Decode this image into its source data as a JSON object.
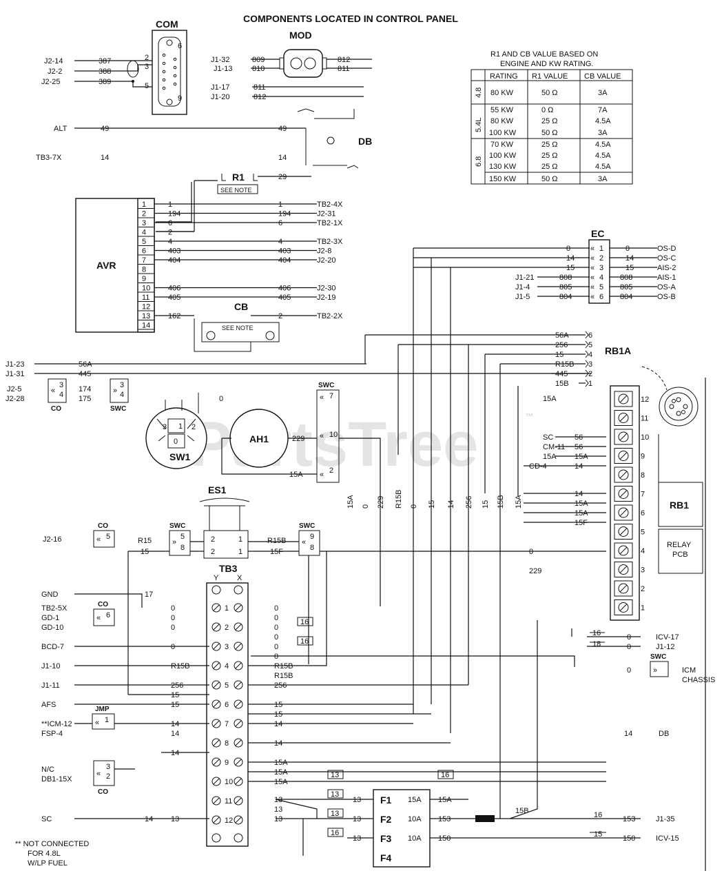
{
  "title": "COMPONENTS LOCATED IN CONTROL PANEL",
  "watermark": "PartsTree",
  "watermark_tm": "™",
  "components": {
    "com": "COM",
    "mod": "MOD",
    "db": "DB",
    "r1": "R1",
    "avr": "AVR",
    "cb": "CB",
    "ec": "EC",
    "rb1a": "RB1A",
    "rb1": "RB1",
    "relay_pcb": [
      "RELAY",
      "PCB"
    ],
    "sw1": "SW1",
    "ah1": "AH1",
    "es1": "ES1",
    "tb3": "TB3",
    "tb3_y": "Y",
    "tb3_x": "X",
    "co": "CO",
    "swc": "SWC",
    "jmp": "JMP",
    "r1_note": "SEE NOTE",
    "cb_note": "SEE NOTE",
    "sw1_pos": [
      "3",
      "1",
      "2",
      "0"
    ],
    "sw1_rear_label": "0"
  },
  "com_pins": [
    "2",
    "3",
    "5",
    "6",
    "9"
  ],
  "com_wires": [
    {
      "from": "J2-14",
      "wire": "387"
    },
    {
      "from": "J2-2",
      "wire": "388"
    },
    {
      "from": "J2-25",
      "wire": "389"
    }
  ],
  "mod_wires": {
    "left": [
      {
        "from": "J1-32",
        "wire": "809"
      },
      {
        "from": "J1-13",
        "wire": "810"
      }
    ],
    "right": [
      "812",
      "811"
    ],
    "below": [
      {
        "from": "J1-17",
        "wire": "811"
      },
      {
        "from": "J1-20",
        "wire": "812"
      }
    ]
  },
  "db_wires": [
    {
      "from": "ALT",
      "wire": "49",
      "to": "49"
    },
    {
      "from": "TB3-7X",
      "wire": "14",
      "to": "14"
    }
  ],
  "r1_wire": "29",
  "table": {
    "caption": [
      "R1 AND CB VALUE BASED ON",
      "ENGINE AND KW RATING."
    ],
    "headers": [
      "RATING",
      "R1 VALUE",
      "CB VALUE"
    ],
    "groups": [
      {
        "engine": "4.8",
        "rows": [
          [
            "80 KW",
            "50 Ω",
            "3A"
          ]
        ]
      },
      {
        "engine": "5.4L",
        "rows": [
          [
            "55 KW",
            "0 Ω",
            "7A"
          ],
          [
            "80 KW",
            "25 Ω",
            "4.5A"
          ],
          [
            "100 KW",
            "50 Ω",
            "3A"
          ]
        ]
      },
      {
        "engine": "6.8",
        "rows": [
          [
            "70 KW",
            "25 Ω",
            "4.5A"
          ],
          [
            "100 KW",
            "25 Ω",
            "4.5A"
          ],
          [
            "130 KW",
            "25 Ω",
            "4.5A"
          ],
          [
            "150 KW",
            "50 Ω",
            "3A"
          ]
        ]
      }
    ]
  },
  "avr": {
    "pins": [
      "1",
      "2",
      "3",
      "4",
      "5",
      "6",
      "7",
      "8",
      "9",
      "10",
      "11",
      "12",
      "13",
      "14"
    ],
    "wires": [
      {
        "pin": "1",
        "wire": "1",
        "wire_r": "1",
        "to": "TB2-4X"
      },
      {
        "pin": "2",
        "wire": "194",
        "wire_r": "194",
        "to": "J2-31"
      },
      {
        "pin": "3",
        "wire": "6",
        "wire_r": "6",
        "to": "TB2-1X"
      },
      {
        "pin": "4",
        "wire": "2",
        "wire_r": "",
        "to": ""
      },
      {
        "pin": "5",
        "wire": "4",
        "wire_r": "4",
        "to": "TB2-3X"
      },
      {
        "pin": "6",
        "wire": "403",
        "wire_r": "403",
        "to": "J2-8"
      },
      {
        "pin": "7",
        "wire": "404",
        "wire_r": "404",
        "to": "J2-20"
      },
      {
        "pin": "10",
        "wire": "406",
        "wire_r": "406",
        "to": "J2-30"
      },
      {
        "pin": "11",
        "wire": "405",
        "wire_r": "405",
        "to": "J2-19"
      },
      {
        "pin": "13",
        "wire": "162",
        "wire_r": "2",
        "to": "TB2-2X"
      }
    ]
  },
  "ec": {
    "pins": [
      "1",
      "2",
      "3",
      "4",
      "5",
      "6"
    ],
    "wires": [
      {
        "pin": "1",
        "left": "0",
        "right": "0",
        "to": "OS-D",
        "from": ""
      },
      {
        "pin": "2",
        "left": "14",
        "right": "14",
        "to": "OS-C",
        "from": ""
      },
      {
        "pin": "3",
        "left": "15",
        "right": "15",
        "to": "AIS-2",
        "from": ""
      },
      {
        "pin": "4",
        "left": "808",
        "right": "808",
        "to": "AIS-1",
        "from": "J1-21"
      },
      {
        "pin": "5",
        "left": "805",
        "right": "805",
        "to": "OS-A",
        "from": "J1-4"
      },
      {
        "pin": "6",
        "left": "804",
        "right": "804",
        "to": "OS-B",
        "from": "J1-5"
      }
    ]
  },
  "rb1a_plug": [
    {
      "pin": "6",
      "wire": "56A"
    },
    {
      "pin": "5",
      "wire": "256"
    },
    {
      "pin": "4",
      "wire": "15"
    },
    {
      "pin": "3",
      "wire": "R15B"
    },
    {
      "pin": "2",
      "wire": "445"
    },
    {
      "pin": "1",
      "wire": "15B"
    }
  ],
  "far_left_wires": [
    {
      "from": "J1-23",
      "wire": "56A"
    },
    {
      "from": "J1-31",
      "wire": "445"
    }
  ],
  "co_small": {
    "pins": [
      "3",
      "4"
    ],
    "wires": [
      {
        "from": "J2-5",
        "wire": "174"
      },
      {
        "from": "J2-28",
        "wire": "175"
      }
    ]
  },
  "swc_small": {
    "pins": [
      "3",
      "4"
    ]
  },
  "swc_ah1": {
    "pins": [
      "7",
      "10",
      "2"
    ],
    "wires": [
      "229",
      "15A"
    ]
  },
  "vertical_labels": [
    "15A",
    "0",
    "229",
    "R15B",
    "0",
    "15",
    "14",
    "256",
    "15",
    "15B",
    "15A"
  ],
  "rb1_terminals": [
    "12",
    "11",
    "10",
    "9",
    "8",
    "7",
    "6",
    "5",
    "4",
    "3",
    "2",
    "1"
  ],
  "rb1_left": [
    {
      "label": "15A",
      "to": ""
    },
    {
      "label": "SC",
      "wire": "56"
    },
    {
      "label": "CM-11",
      "wire": "56"
    },
    {
      "label": "15A",
      "wire": "15A"
    },
    {
      "label": "CD-4",
      "wire": "14"
    },
    {
      "label": "",
      "wire": "14"
    },
    {
      "label": "",
      "wire": "15A"
    },
    {
      "label": "",
      "wire": "15A"
    },
    {
      "label": "",
      "wire": "15F"
    },
    {
      "label": "0",
      "wire": ""
    },
    {
      "label": "229",
      "wire": ""
    }
  ],
  "es1": {
    "co_pin": "5",
    "swc_pins": [
      "5",
      "8"
    ],
    "swc2_pins": [
      "9",
      "8"
    ],
    "wires": [
      "R15",
      "15",
      "R15B",
      "15F"
    ],
    "contacts": [
      "2",
      "1",
      "2",
      "1"
    ],
    "from": "J2-16"
  },
  "tb3": {
    "rows": [
      "1",
      "2",
      "3",
      "4",
      "5",
      "6",
      "7",
      "8",
      "9",
      "10",
      "11",
      "12"
    ],
    "left": [
      {
        "from": "GND",
        "wire": "",
        "tag": "17"
      },
      {
        "from": "TB2-5X",
        "wire": "0"
      },
      {
        "from": "GD-1",
        "wire": "0"
      },
      {
        "from": "GD-10",
        "wire": "0"
      },
      {
        "from": "BCD-7",
        "wire": "0"
      },
      {
        "from": "J1-10",
        "wire": "R15B"
      },
      {
        "from": "J1-11",
        "wire": "256"
      },
      {
        "from": "",
        "wire": "15"
      },
      {
        "from": "AFS",
        "wire": "15"
      },
      {
        "from": "**ICM-12",
        "wire": "14"
      },
      {
        "from": "FSP-4",
        "wire": "14"
      },
      {
        "from": "",
        "wire": "14"
      },
      {
        "from": "N/C",
        "wire": ""
      },
      {
        "from": "DB1-15X",
        "wire": ""
      },
      {
        "from": "SC",
        "wire": "13",
        "tag": "14"
      }
    ],
    "right": [
      "0",
      "0",
      "0",
      "0",
      "0",
      "0",
      "R15B",
      "R15B",
      "256",
      "15",
      "15",
      "14",
      "14",
      "15A",
      "15A",
      "15A",
      "13",
      "13",
      "13"
    ],
    "tags": [
      "16",
      "16",
      "13",
      "16",
      "13",
      "13",
      "16"
    ]
  },
  "fuses": {
    "names": [
      "F1",
      "F2",
      "F3",
      "F4"
    ],
    "in": [
      "13",
      "13",
      "13"
    ],
    "ratings": [
      "15A",
      "10A",
      "10A"
    ],
    "out": [
      "15A",
      "153",
      "150"
    ]
  },
  "bottom_wires": [
    {
      "wire": "15B",
      "out": "153",
      "to": "J1-35",
      "tag": "16"
    },
    {
      "wire": "",
      "out": "150",
      "to": "ICV-15",
      "tag": "15"
    }
  ],
  "right_mid": [
    {
      "tag": "16",
      "wire": "0",
      "to": "ICV-17"
    },
    {
      "tag": "18",
      "wire": "0",
      "to": "J1-12"
    }
  ],
  "chassis": {
    "wire": "0",
    "label": [
      "ICM",
      "CHASSIS"
    ],
    "swc": "SWC"
  },
  "db_bottom": {
    "wire": "14",
    "to": "DB"
  },
  "co_lower_pin": "6",
  "jmp_pin": "1",
  "co_bottom_pins": [
    "3",
    "2"
  ],
  "footnote": [
    "** NOT CONNECTED",
    "FOR 4.8L",
    "W/LP FUEL"
  ]
}
